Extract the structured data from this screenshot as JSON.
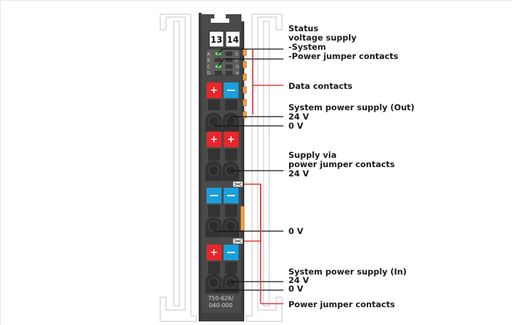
{
  "terminal_numbers": [
    "13",
    "14"
  ],
  "led_letters_left": [
    "A",
    "B",
    "C",
    "D"
  ],
  "led_letters_right": [
    "E",
    "F",
    "G",
    "H"
  ],
  "part_number": [
    "750-626/",
    "040-000"
  ],
  "labels": {
    "status": [
      "Status",
      "voltage supply",
      "-System",
      "-Power jumper contacts"
    ],
    "data_contacts": "Data contacts",
    "sys_out": [
      "System power supply (Out)",
      "24 V",
      "0 V"
    ],
    "supply_jumper": [
      "Supply via",
      "power jumper contacts",
      "24 V"
    ],
    "zero_v": "0 V",
    "sys_in": [
      "System power supply (In)",
      "24 V",
      "0 V"
    ],
    "power_jumper": "Power jumper contacts"
  },
  "colors": {
    "body": "#4a4a4a",
    "body_dark": "#3a3a3a",
    "plus": "#e8262b",
    "minus": "#1a9fdb",
    "jumper": "#f0a040",
    "leader": "#111111",
    "bracket": "#e03a3a",
    "rail": "#d0d0d0"
  }
}
